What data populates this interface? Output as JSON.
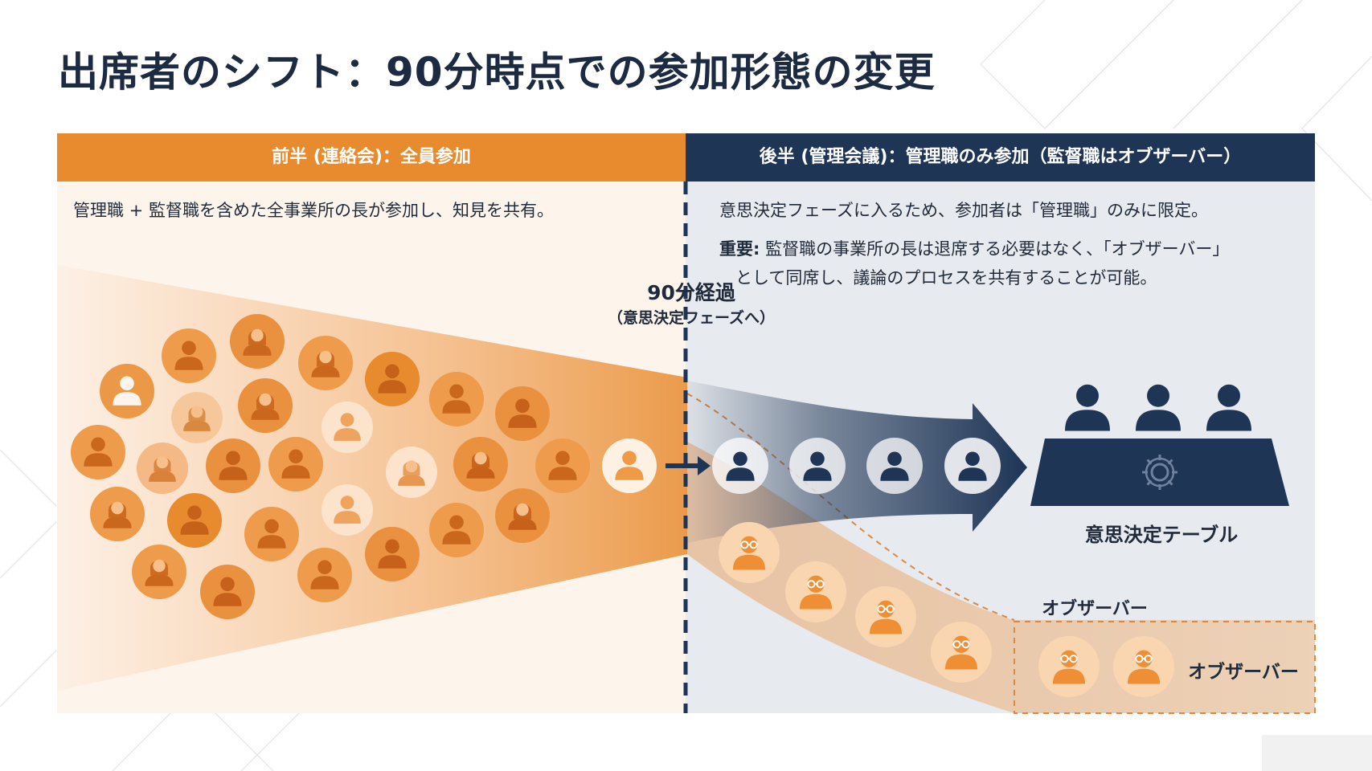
{
  "title": "出席者のシフト：90分時点での参加形態の変更",
  "colors": {
    "orange": "#e88b2e",
    "navy": "#1e3556",
    "left_bg": "#fdf4ec",
    "right_bg": "#e7eaee"
  },
  "left_panel": {
    "header": "前半 (連絡会)：全員参加",
    "desc": "管理職 + 監督職を含めた全事業所の長が参加し、知見を共有。"
  },
  "right_panel": {
    "header": "後半 (管理会議)：管理職のみ参加（監督職はオブザーバー）",
    "desc1": "意思決定フェーズに入るため、参加者は「管理職」のみに限定。",
    "desc2_bold": "重要:",
    "desc2_line1": " 監督職の事業所の長は退席する必要はなく、「オブザーバー」",
    "desc2_line2": "として同席し、議論のプロセスを共有することが可能。"
  },
  "divider": {
    "label": "90分経過",
    "sublabel": "（意思決定フェーズへ）"
  },
  "table_label": "意思決定テーブル",
  "observer_label_1": "オブザーバー",
  "observer_label_2": "オブザーバー",
  "icons": {
    "crowd": "person-icon",
    "manager": "manager-person-icon",
    "observer": "observer-glasses-icon",
    "table": "decision-table-icon",
    "gear": "gear-icon",
    "arrow": "arrow-right-icon"
  }
}
